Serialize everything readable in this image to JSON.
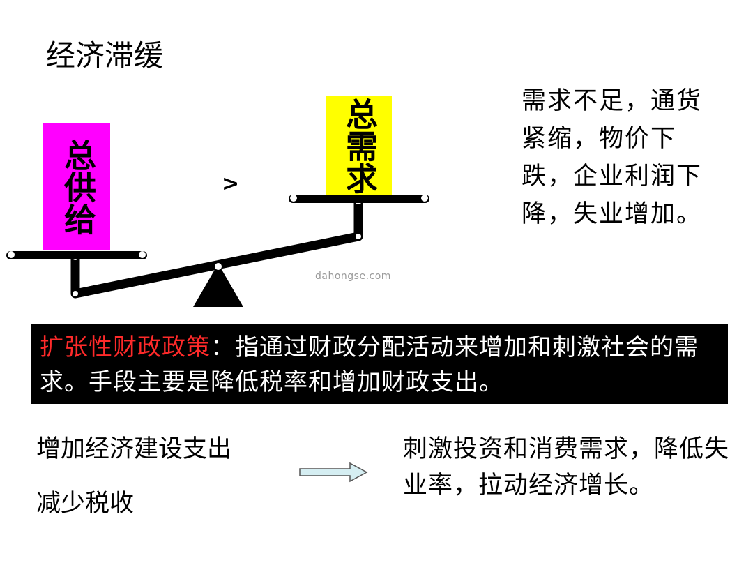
{
  "title": "经济滞缓",
  "scale": {
    "left_box_label": "总供给",
    "left_box_color": "#ff00ff",
    "right_box_label": "总需求",
    "right_box_color": "#ffff00",
    "relation_symbol": ">",
    "watermark": "dahongse.com"
  },
  "side_note": "需求不足，通货紧缩，物价下跌，企业利润下降，失业增加。",
  "banner": {
    "term": "扩张性财政政策",
    "definition": "：指通过财政分配活动来增加和刺激社会的需求。手段主要是降低税率和增加财政支出。",
    "term_color": "#ff2a2a",
    "background": "#000000"
  },
  "measures": [
    "增加经济建设支出",
    "减少税收"
  ],
  "arrow_icon": "right-arrow-icon",
  "effect": "刺激投资和消费需求，降低失业率，拉动经济增长。"
}
